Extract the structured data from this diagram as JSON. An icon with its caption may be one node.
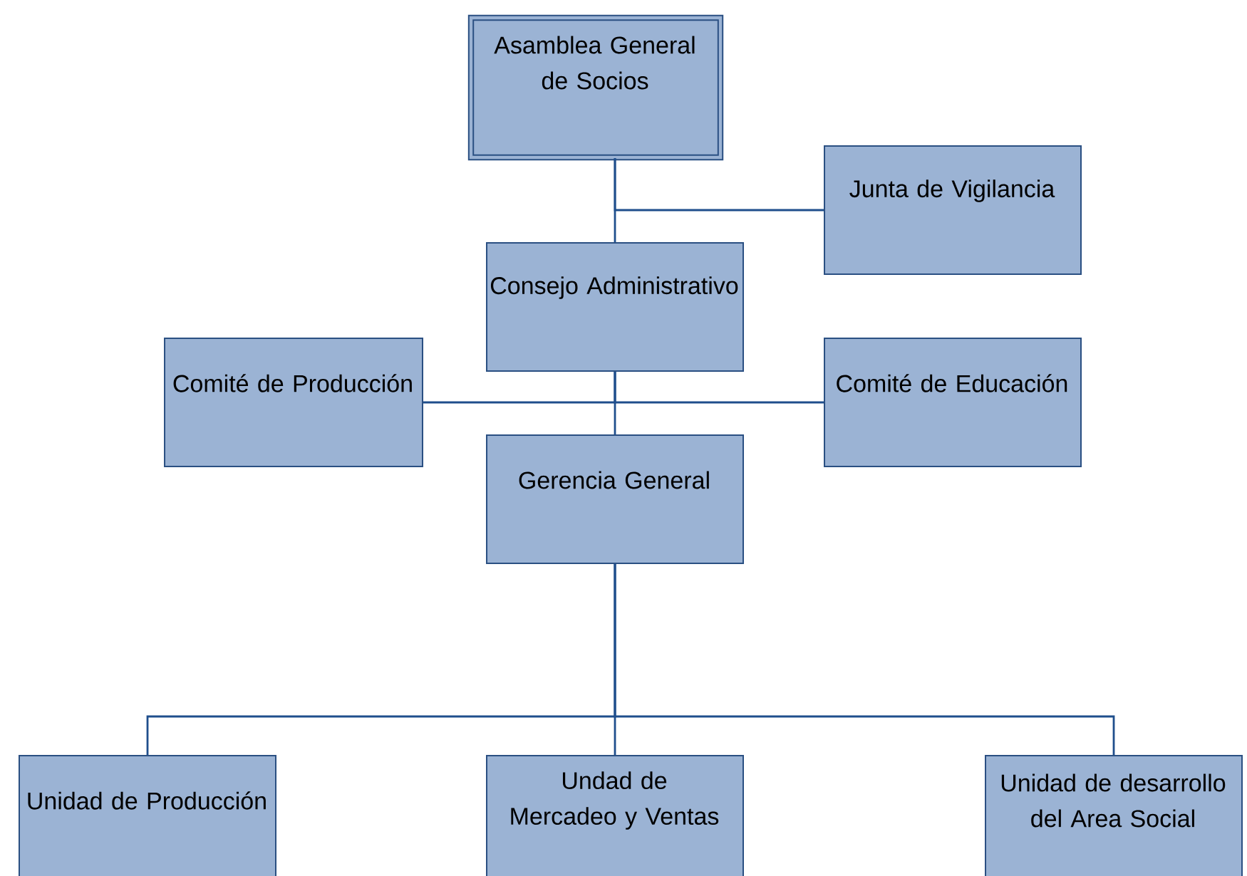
{
  "diagram": {
    "nodes": [
      {
        "text": [
          "Asamblea General de Socios"
        ]
      },
      {
        "text": [
          "Junta de Vigilancia"
        ]
      },
      {
        "text": [
          "Consejo Administrativo"
        ]
      },
      {
        "text": [
          "Comité de Producción"
        ]
      },
      {
        "text": [
          "Comité de Educación"
        ]
      },
      {
        "text": [
          "Gerencia General"
        ]
      },
      {
        "text": [
          "Unidad de Producción"
        ]
      },
      {
        "text": [
          "Undad de Mercadeo y Ventas"
        ]
      },
      {
        "text": [
          "Unidad de desarrollo del Area Social"
        ]
      }
    ],
    "edges": [
      {
        "from": 0,
        "to": 2,
        "arrow": "none"
      },
      {
        "from": 0,
        "to": 1,
        "arrow": "none"
      },
      {
        "from": 2,
        "to": 5,
        "arrow": "none"
      },
      {
        "from": 2,
        "to": 3,
        "arrow": "none"
      },
      {
        "from": 2,
        "to": 4,
        "arrow": "none"
      },
      {
        "from": 5,
        "to": 6,
        "arrow": "none"
      },
      {
        "from": 5,
        "to": 7,
        "arrow": "none"
      },
      {
        "from": 5,
        "to": 8,
        "arrow": "none"
      }
    ]
  }
}
